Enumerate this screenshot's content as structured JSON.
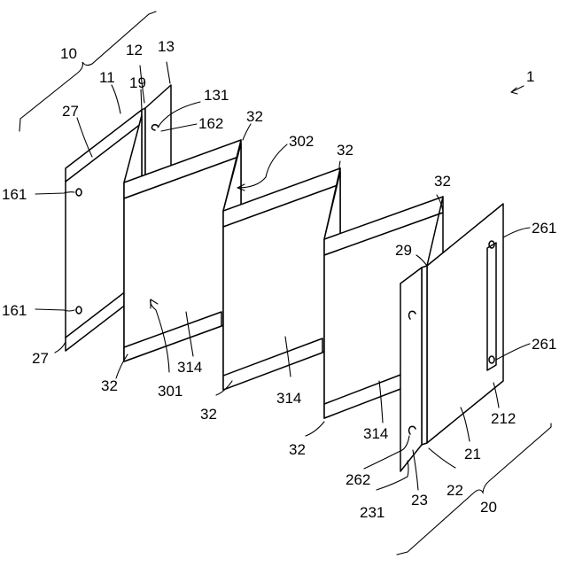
{
  "figure": {
    "labels": {
      "l1": "1",
      "l10": "10",
      "l11": "11",
      "l12": "12",
      "l13": "13",
      "l19": "19",
      "l131": "131",
      "l162": "162",
      "l27_top": "27",
      "l161_top": "161",
      "l161_bottom": "161",
      "l27_bottom": "27",
      "l32_a": "32",
      "l302": "302",
      "l32_b": "32",
      "l32_c": "32",
      "l29": "29",
      "l261_top": "261",
      "l261_bottom": "261",
      "l212": "212",
      "l32_d": "32",
      "l301": "301",
      "l314_a": "314",
      "l32_e": "32",
      "l314_b": "314",
      "l32_f": "32",
      "l314_c": "314",
      "l21": "21",
      "l262": "262",
      "l231": "231",
      "l23": "23",
      "l22": "22",
      "l20": "20"
    }
  }
}
